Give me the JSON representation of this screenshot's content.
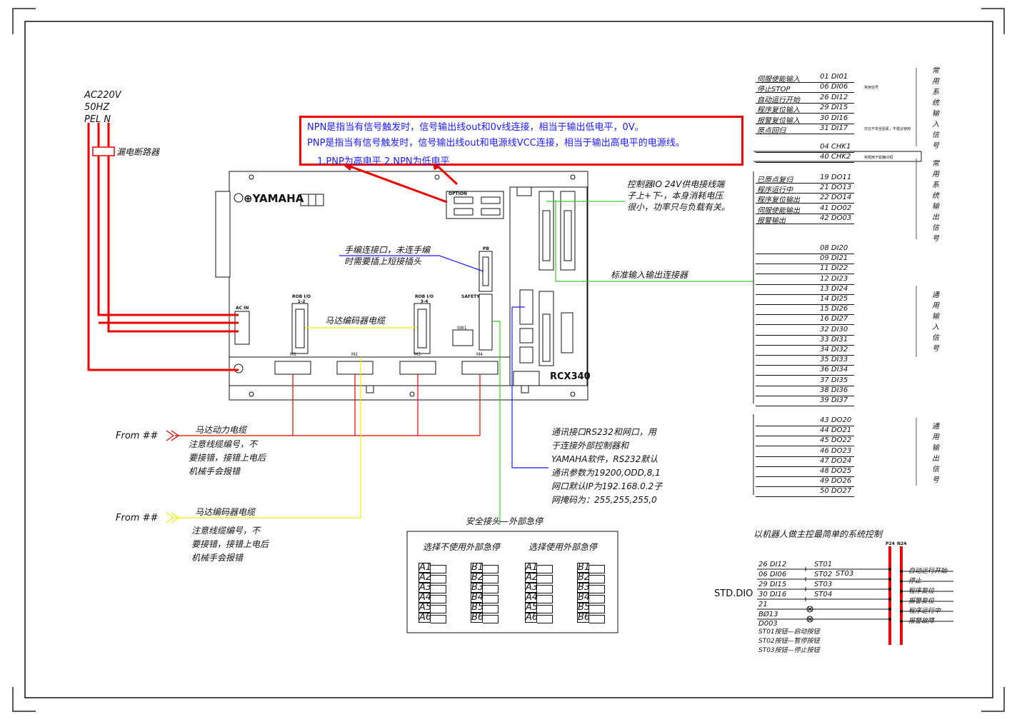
{
  "power": {
    "line1": "AC220V",
    "line2": "50HZ",
    "line3": "PEL N",
    "breaker": "漏电断路器"
  },
  "note_box": {
    "line1": "NPN是指当有信号触发时，信号输出线out和0v线连接，相当于输出低电平，0V。",
    "line2": "PNP是指当有信号触发时，信号输出线out和电源线VCC连接，相当于输出高电平的电源线。",
    "line3": "1.PNP为高电平  2.NPN为低电平"
  },
  "controller": {
    "brand": "YAMAHA",
    "model": "RCX340",
    "option": "OPTION",
    "pb": "PB",
    "safety": "SAFETY",
    "acin": "AC IN",
    "rob12": "ROB I/O 1-2",
    "rob34": "ROB I/O 3-4",
    "m1": "M1",
    "m2": "M2",
    "m3": "M3",
    "m4": "M4",
    "sw": "SW1"
  },
  "annotations": {
    "io24v": "控制器IO 24V供电接线端\n子上+下-，本身消耗电压\n很小，功率只与负载有关。",
    "handheld": "手编连接口，未连手编\n时需要插上短接插头",
    "encoder_cable": "马达编码器电缆",
    "std_io": "标准输入输出连接器",
    "comm": "通讯接口RS232和网口，用\n于连接外部控制器和\nYAMAHA软件，RS232默认\n通讯参数为19200,ODD,8,1\n网口默认IP为192.168.0.2子\n网掩码为：255,255,255,0",
    "from1": "From ##",
    "from2": "From ##",
    "motor_power": "马达动力电缆",
    "motor_power_note": "注意线缆编号，不\n要接错，接错上电后\n机械手会报错",
    "motor_enc": "马达编码器电缆",
    "motor_enc_note": "注意线缆编号，不\n要接错，接错上电后\n机械手会报错",
    "safety_title": "安全接头—外部急停"
  },
  "estop": {
    "left_title": "选择不使用外部急停",
    "right_title": "选择使用外部急停",
    "a_pins": [
      "A1",
      "A2",
      "A3",
      "A4",
      "A5",
      "A6"
    ],
    "b_pins": [
      "B1",
      "B2",
      "B3",
      "B4",
      "B5",
      "B6"
    ]
  },
  "io_table": {
    "sys_in": [
      {
        "desc": "伺服使能输入",
        "code": "01 DI01"
      },
      {
        "desc": "停止STOP",
        "code": "06 DI06"
      },
      {
        "desc": "自动运行开始",
        "code": "26 DI12"
      },
      {
        "desc": "程序复位输入",
        "code": "29 DI15"
      },
      {
        "desc": "报警复位输入",
        "code": "30 DI16"
      },
      {
        "desc": "原点回归",
        "code": "31 DI17"
      }
    ],
    "sys_in_note1": "常用信号",
    "sys_in_note2": "亦在不安全因素，不建议使用",
    "chk": [
      {
        "desc": "",
        "code": "04 CHK1"
      },
      {
        "desc": "",
        "code": "40 CHK2"
      }
    ],
    "chk_note": "常规用于偷懒IO短",
    "sys_out": [
      {
        "desc": "已原点复归",
        "code": "19 DO11"
      },
      {
        "desc": "程序运行中",
        "code": "21 DO13"
      },
      {
        "desc": "程序复位输出",
        "code": "22 DO14"
      },
      {
        "desc": "伺服使能输出",
        "code": "41 DO02"
      },
      {
        "desc": "报警输出",
        "code": "42 DO03"
      }
    ],
    "gen_in": [
      "08 DI20",
      "09 DI21",
      "11 DI22",
      "12 DI23",
      "13 DI24",
      "14 DI25",
      "15 DI26",
      "16 DI27",
      "32 DI30",
      "33 DI31",
      "34 DI32",
      "35 DI33",
      "36 DI34",
      "37 DI35",
      "38 DI36",
      "39 DI37"
    ],
    "gen_out": [
      "43 DO20",
      "44 DO21",
      "45 DO22",
      "46 DO23",
      "47 DO24",
      "48 DO25",
      "49 DO26",
      "50 DO27"
    ],
    "side1": "常用系统输入信号",
    "side2": "常用系统输出信号",
    "side3": "通用输入信号",
    "side4": "通用输出信号"
  },
  "control": {
    "title": "以机器人做主控最简单的系统控制",
    "std": "STD.DIO",
    "p24": "P24",
    "n24": "N24",
    "rows": [
      {
        "code": "26 DI12",
        "sw": "ST01",
        "label": "自动运行开始"
      },
      {
        "code": "06 DI06",
        "sw": "ST02",
        "label": "停止"
      },
      {
        "code": "29 DI15",
        "sw": "ST03",
        "label": "程序复位"
      },
      {
        "code": "30 DI16",
        "sw": "ST04",
        "label": "报警复位"
      },
      {
        "code": "21",
        "sw": "",
        "label": "程序运行中"
      },
      {
        "code": "BØ13",
        "sw": "",
        "label": "报警故障"
      }
    ],
    "st03b": "ST03",
    "d003": "D003",
    "legend1": "ST01按钮—启动按钮",
    "legend2": "ST02按钮—暂停按钮",
    "legend3": "ST03按钮—停止按钮"
  }
}
